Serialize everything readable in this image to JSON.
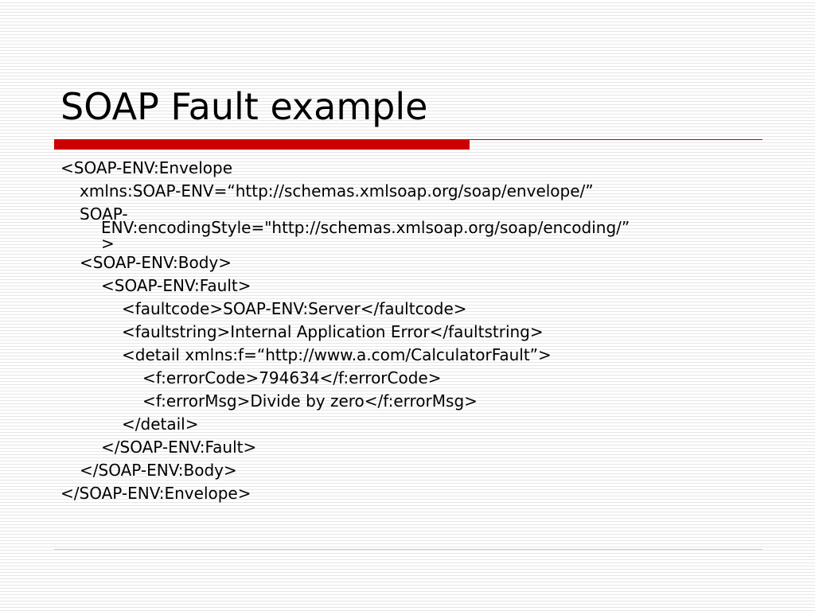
{
  "slide": {
    "title": "SOAP Fault example",
    "code_lines": [
      "<SOAP-ENV:Envelope",
      "xmlns:SOAP-ENV=“http://schemas.xmlsoap.org/soap/envelope/”",
      "SOAP-",
      "ENV:encodingStyle=\"http://schemas.xmlsoap.org/soap/encoding/”",
      ">",
      "<SOAP-ENV:Body>",
      "<SOAP-ENV:Fault>",
      "<faultcode>SOAP-ENV:Server</faultcode>",
      "<faultstring>Internal Application Error</faultstring>",
      "<detail xmlns:f=“http://www.a.com/CalculatorFault”>",
      "<f:errorCode>794634</f:errorCode>",
      "<f:errorMsg>Divide by zero</f:errorMsg>",
      "</detail>",
      "</SOAP-ENV:Fault>",
      "</SOAP-ENV:Body>",
      "</SOAP-ENV:Envelope>"
    ]
  },
  "colors": {
    "accent_red": "#cc0000",
    "stripe": "#e6e6e6",
    "text": "#000000"
  }
}
